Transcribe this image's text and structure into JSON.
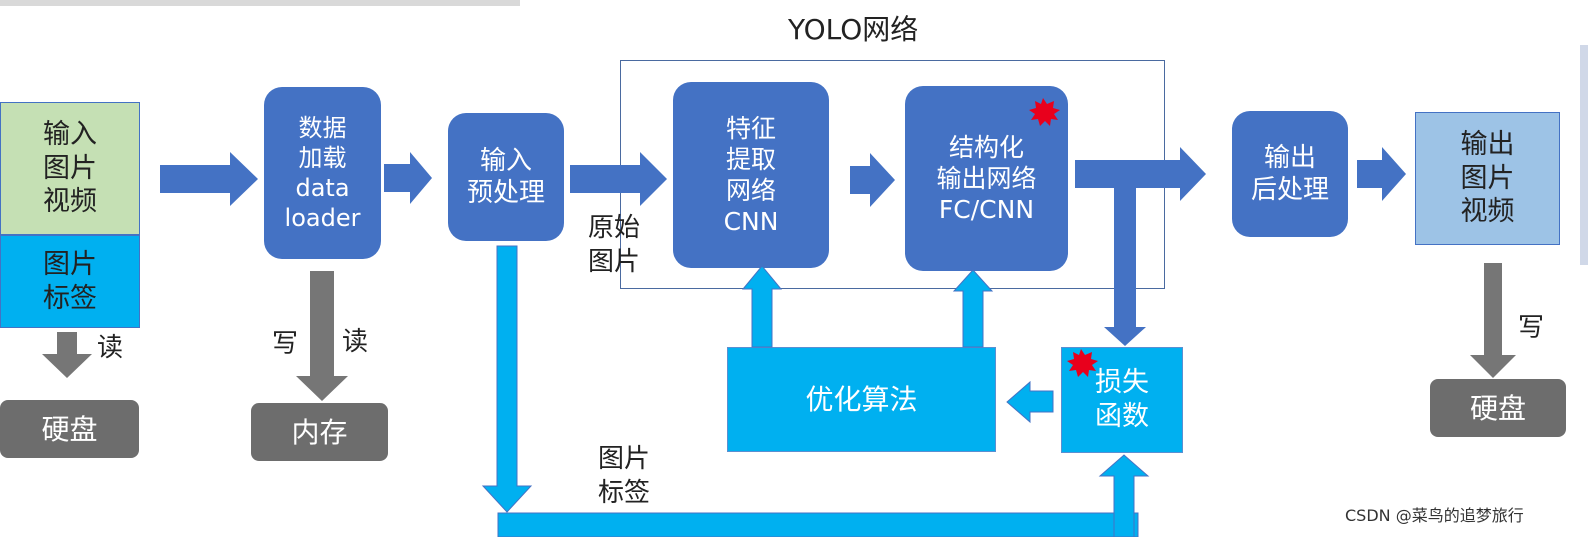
{
  "title": "YOLO网络",
  "input_box": {
    "top": "输入\n图片\n视频",
    "bottom": "图片\n标签"
  },
  "data_loader": "数据\n加载\ndata\nloader",
  "preprocess": "输入\n预处理",
  "feature": "特征\n提取\n网络\nCNN",
  "structured": "结构化\n输出网络\nFC/CNN",
  "postprocess": "输出\n后处理",
  "output_box": "输出\n图片\n视频",
  "optimizer": "优化算法",
  "loss": "损失\n函数",
  "disk_left": "硬盘",
  "memory": "内存",
  "disk_right": "硬盘",
  "labels": {
    "read_left": "读",
    "write_mid": "写",
    "read_mid": "读",
    "write_right": "写",
    "raw_image": "原始\n图片",
    "image_label": "图片\n标签"
  },
  "watermark": "CSDN @菜鸟的追梦旅行",
  "colors": {
    "dark_blue": "#4472c4",
    "cyan": "#00b0f0",
    "green": "#c5e0b4",
    "light_blue": "#9dc3e6",
    "gray": "#6d6d6d",
    "burst": "#e8001c"
  }
}
